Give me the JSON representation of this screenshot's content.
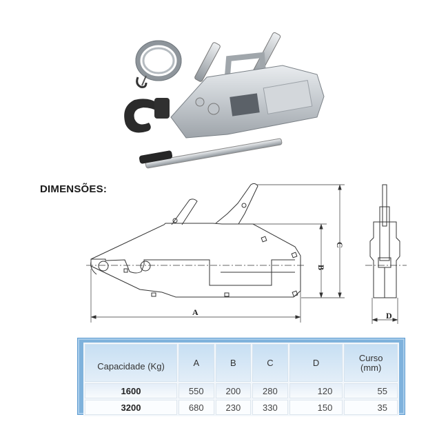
{
  "photo": {
    "alt": "Manual wire rope hoist (tirfor) with hook, handle lever, and coiled wire rope"
  },
  "drawing": {
    "section_title": "DIMENSÕES:",
    "dimension_labels": {
      "A": "A",
      "B": "B",
      "C": "C",
      "D": "D"
    }
  },
  "table": {
    "headers": [
      "Capacidade (Kg)",
      "A",
      "B",
      "C",
      "D",
      "Curso (mm)"
    ],
    "header_curso_line1": "Curso",
    "header_curso_line2": "(mm)",
    "rows": [
      {
        "capacidade": "1600",
        "A": "550",
        "B": "200",
        "C": "280",
        "D": "120",
        "curso": "55"
      },
      {
        "capacidade": "3200",
        "A": "680",
        "B": "230",
        "C": "330",
        "D": "150",
        "curso": "35"
      }
    ]
  },
  "colors": {
    "table_frame": "#7fb2dc",
    "table_header": "#c7dff3"
  }
}
